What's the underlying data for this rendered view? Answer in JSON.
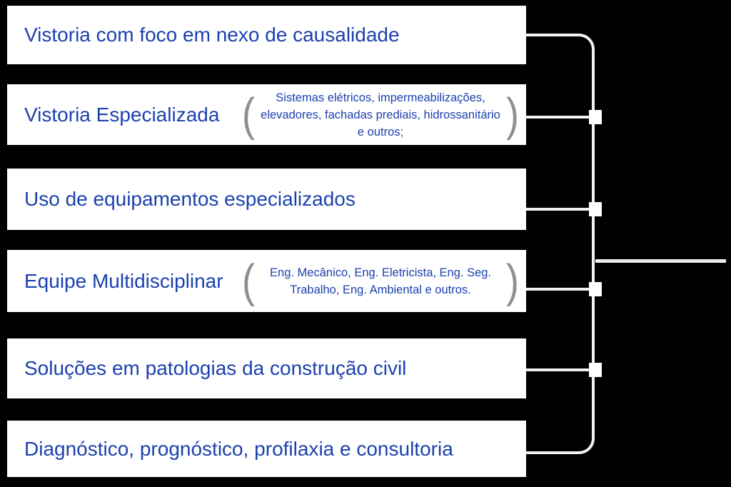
{
  "diagram": {
    "boxes": [
      {
        "label": "Vistoria com foco em nexo de causalidade"
      },
      {
        "label": "Vistoria Especializada",
        "detail": "Sistemas elétricos, impermeabilizações, elevadores, fachadas prediais, hidrossanitário e outros;"
      },
      {
        "label": "Uso de equipamentos especializados"
      },
      {
        "label": "Equipe Multidisciplinar",
        "detail": "Eng. Mecânico, Eng. Eletricista, Eng. Seg. Trabalho, Eng. Ambiental e outros."
      },
      {
        "label": "Soluções em patologias da construção civil"
      },
      {
        "label": "Diagnóstico, prognóstico, profilaxia e consultoria"
      }
    ],
    "glyphs": {
      "open_paren": "(",
      "close_paren": ")"
    },
    "colors": {
      "background": "#000000",
      "box_background": "#ffffff",
      "label_text": "#1c41ae",
      "parenthesis": "#8f8f8f",
      "connector_line": "#f1f1f1",
      "connector_node": "#ffffff"
    }
  }
}
